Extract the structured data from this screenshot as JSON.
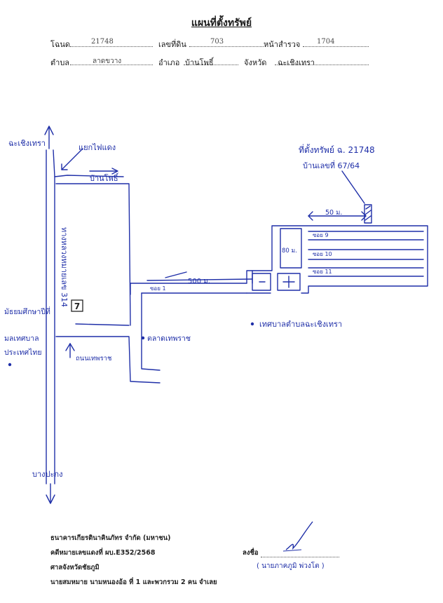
{
  "header": {
    "title": "แผนที่ตั้งทรัพย์",
    "deed_label": "โฉนด",
    "deed_no": "21748",
    "land_no_label": "เลขที่ดิน",
    "land_no": "703",
    "survey_page_label": "หน้าสำรวจ",
    "survey_page": "1704",
    "subdistrict_label": "ตำบล",
    "subdistrict": "ลาดขวาง",
    "district_label": "อำเภอ",
    "district": "บ้านโพธิ์",
    "province_label": "จังหวัด",
    "province": "ฉะเชิงเทรา"
  },
  "map": {
    "north_label": "ฉะเชิงเทรา",
    "traffic_light": "แยกไฟแดง",
    "ban_pho": "บ้านโพธิ์",
    "highway": "ทางหลวงหมายเลข 314",
    "highway_no": "7",
    "south_label": "บางปะกง",
    "school_line1": "มัธยมศึกษาปีที่",
    "school_line2": "มลเทศบาล",
    "school_line3": "ประเทศไทย",
    "road_name": "ถนนเทพราช",
    "market": "ตลาดเทพราช",
    "municipality": "เทศบาลตำบลฉะเชิงเทรา",
    "dist_500": "500 ม.",
    "dist_80": "80 ม.",
    "dist_50": "50 ม.",
    "soi_1": "ซอย 1",
    "soi_9": "ซอย 9",
    "soi_10": "ซอย 10",
    "soi_11": "ซอย 11",
    "plot_line1": "ที่ตั้งทรัพย์ ฉ. 21748",
    "plot_line2": "บ้านเลขที่ 67/64"
  },
  "footer": {
    "bank": "ธนาคารเกียรตินาคินภัทร จำกัด (มหาชน)",
    "case": "คดีหมายเลขแดงที่ ผบ.E352/2568",
    "court": "ศาลจังหวัดชัยภูมิ",
    "defendant": "นายสมหมาย  นามหนองอ้อ ที่ 1 และพวกรวม 2 คน จำเลย",
    "sign_label": "ลงชื่อ",
    "signer": "( นายภาคภูมิ  พ่วงโต )"
  }
}
